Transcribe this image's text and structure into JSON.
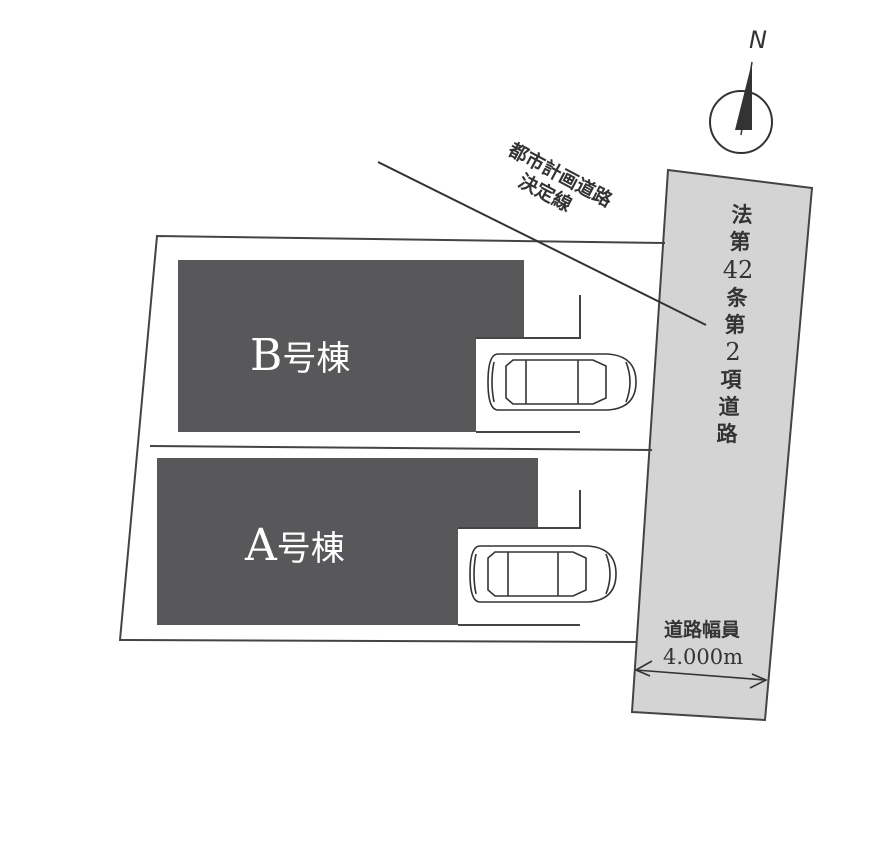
{
  "compass": {
    "north_label": "N"
  },
  "buildings": [
    {
      "id": "B",
      "letter": "B",
      "suffix": "号棟"
    },
    {
      "id": "A",
      "letter": "A",
      "suffix": "号棟"
    }
  ],
  "planned_road": {
    "line1": "都市計画道路",
    "line2": "決定線"
  },
  "road": {
    "vertical_label": [
      "法",
      "第",
      "42",
      "条",
      "第",
      "2",
      "項",
      "道",
      "路"
    ],
    "width_title": "道路幅員",
    "width_value": "4.000m"
  },
  "colors": {
    "building": "#58585a",
    "road": "#d4d4d4",
    "line": "#333333"
  }
}
